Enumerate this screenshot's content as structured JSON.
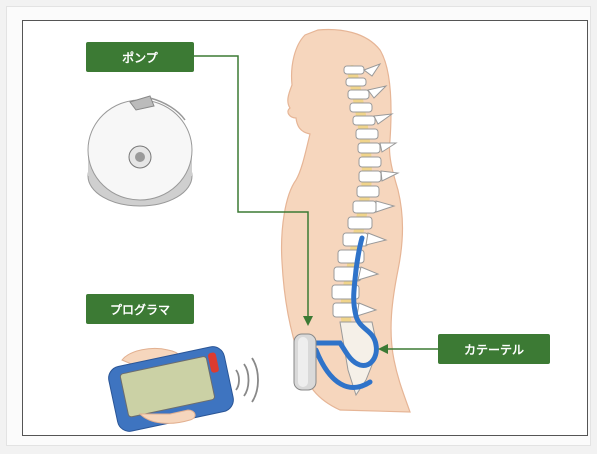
{
  "labels": {
    "pump": "ポンプ",
    "programmer": "プログラマ",
    "catheter": "カテーテル"
  },
  "colors": {
    "label_bg": "#3c7a34",
    "skin": "#f6d6bd",
    "skin_outline": "#e6b596",
    "catheter": "#2f73c9",
    "leader_line": "#3c7a34"
  }
}
